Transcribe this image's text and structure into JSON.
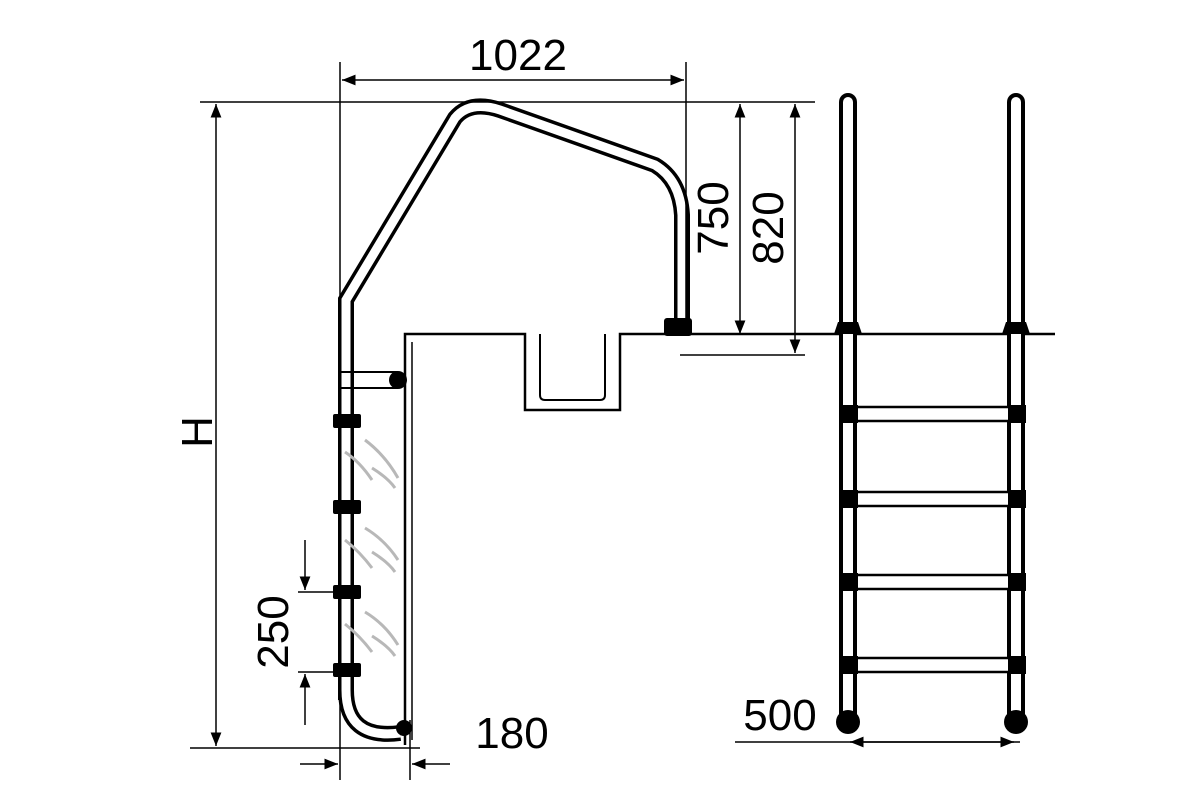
{
  "dimensions": {
    "width_top": "1022",
    "handrail_height": "750",
    "overall_top": "820",
    "total_height": "H",
    "step_pitch": "250",
    "wall_offset": "180",
    "ladder_width": "500"
  },
  "colors": {
    "line": "#000000",
    "ghost": "#b8b8b8",
    "background": "#ffffff"
  }
}
